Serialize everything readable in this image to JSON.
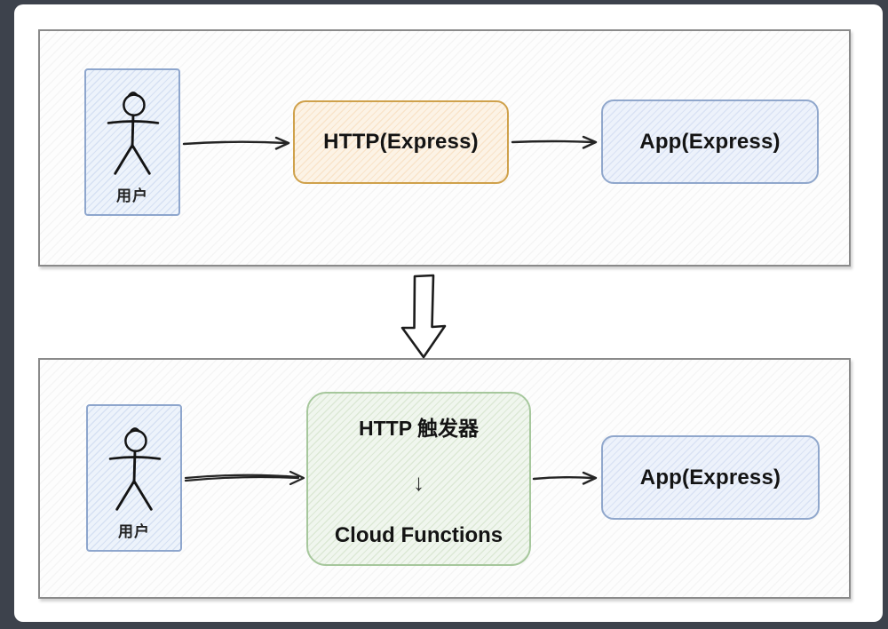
{
  "page": {
    "frame_background": "#3d424c",
    "card_background": "#ffffff",
    "panel_border_color": "#8a8a8a"
  },
  "top_flow": {
    "user_label": "用户",
    "http_box_label": "HTTP(Express)",
    "app_box_label": "App(Express)",
    "http_box_border_color": "#cfa14b",
    "app_box_border_color": "#90a7cc",
    "user_box_border_color": "#8ea6cd"
  },
  "transition": {
    "type": "block-arrow-down"
  },
  "bottom_flow": {
    "user_label": "用户",
    "trigger_box_title": "HTTP 触发器",
    "trigger_box_arrow": "↓",
    "trigger_box_subtitle": "Cloud Functions",
    "trigger_box_border_color": "#a6c79c",
    "app_box_label": "App(Express)"
  }
}
